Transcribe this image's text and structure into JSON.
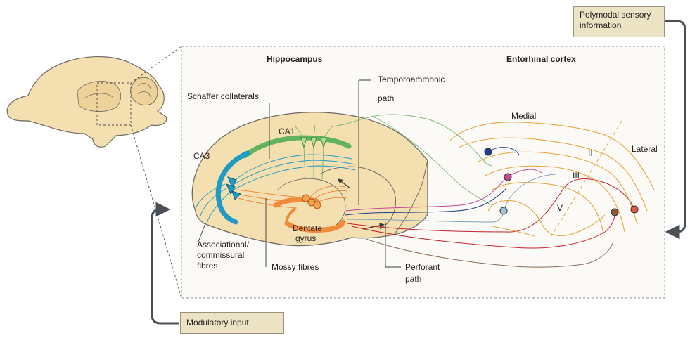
{
  "region_titles": {
    "hippocampus": "Hippocampus",
    "entorhinal_cortex": "Entorhinal cortex"
  },
  "pathway_labels": {
    "schaffer_collaterals": "Schaffer collaterals",
    "temporoammonic_line1": "Temporoammonic",
    "temporoammonic_line2": "path",
    "associational_line1": "Associational/",
    "associational_line2": "commissural",
    "associational_line3": "fibres",
    "mossy_fibres": "Mossy fibres",
    "perforant_line1": "Perforant",
    "perforant_line2": "path"
  },
  "subfield_labels": {
    "ca1": "CA1",
    "ca3": "CA3",
    "dentate_line1": "Dentate",
    "dentate_line2": "gyrus"
  },
  "cortex_labels": {
    "medial": "Medial",
    "lateral": "Lateral",
    "layer_ii": "II",
    "layer_iii": "III",
    "layer_v": "V"
  },
  "input_boxes": {
    "polymodal_line1": "Polymodal sensory",
    "polymodal_line2": "information",
    "modulatory": "Modulatory input"
  },
  "colors": {
    "brain_fill": "#f4dfb0",
    "brain_outline": "#6d6a62",
    "ca1_green": "#63b35e",
    "ca3_blue": "#1f9bc4",
    "dentate_orange": "#f08a3c",
    "cortex_orange": "#e6a53a",
    "perforant_red": "#c2232e",
    "navy": "#1f3d8a",
    "pink": "#c44a93",
    "grey_blue": "#7fa0b8",
    "box_fill": "#ece3c5",
    "arrow_grey": "#4a4f55"
  }
}
